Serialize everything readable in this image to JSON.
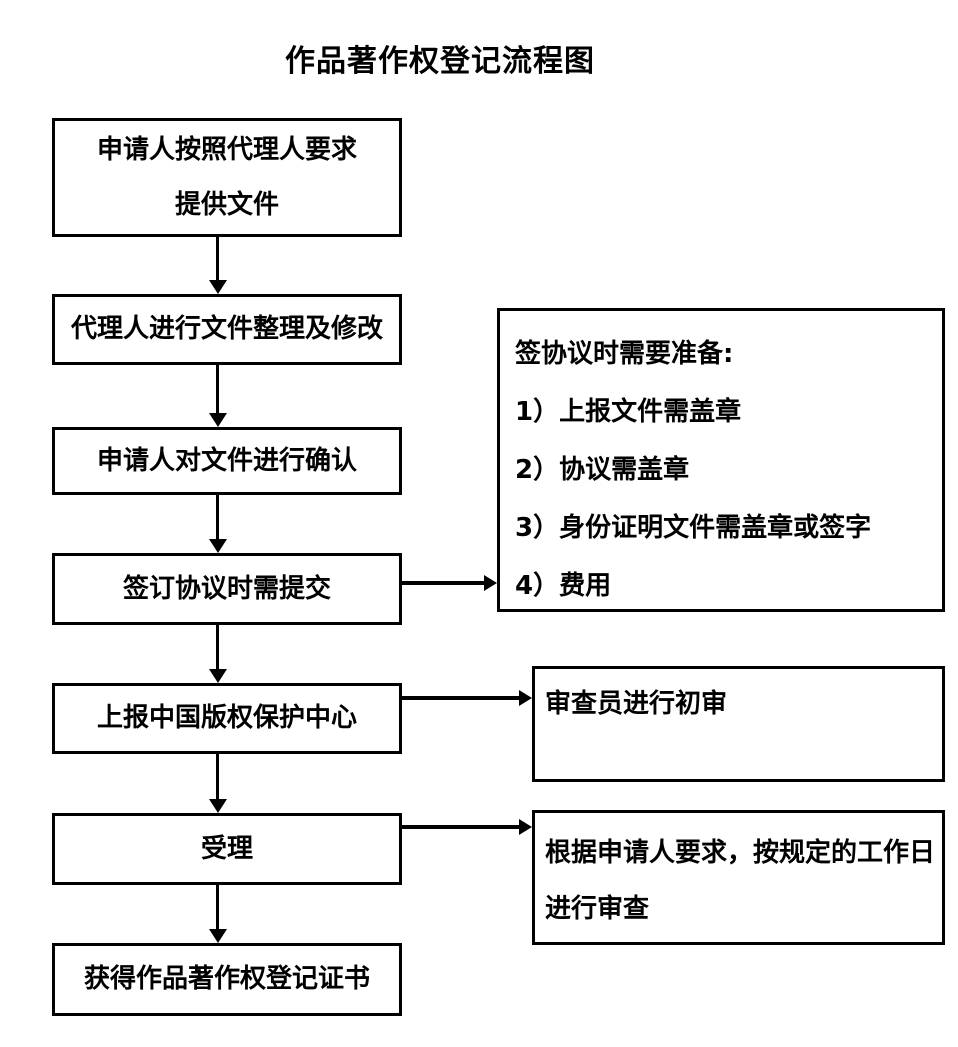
{
  "title": "作品著作权登记流程图",
  "colors": {
    "ink": "#000000",
    "background": "#ffffff"
  },
  "flow_steps": [
    {
      "label": "申请人按照代理人要求\n提供文件"
    },
    {
      "label": "代理人进行文件整理及修改"
    },
    {
      "label": "申请人对文件进行确认"
    },
    {
      "label": "签订协议时需提交"
    },
    {
      "label": "上报中国版权保护中心"
    },
    {
      "label": "受理"
    },
    {
      "label": "获得作品著作权登记证书"
    }
  ],
  "side_notes": [
    {
      "lines": [
        "签协议时需要准备:",
        "1）上报文件需盖章",
        "2）协议需盖章",
        "3）身份证明文件需盖章或签字",
        "4）费用"
      ]
    },
    {
      "lines": [
        "审查员进行初审"
      ]
    },
    {
      "lines": [
        "根据申请人要求，按规定的工作日",
        "进行审查"
      ]
    }
  ]
}
